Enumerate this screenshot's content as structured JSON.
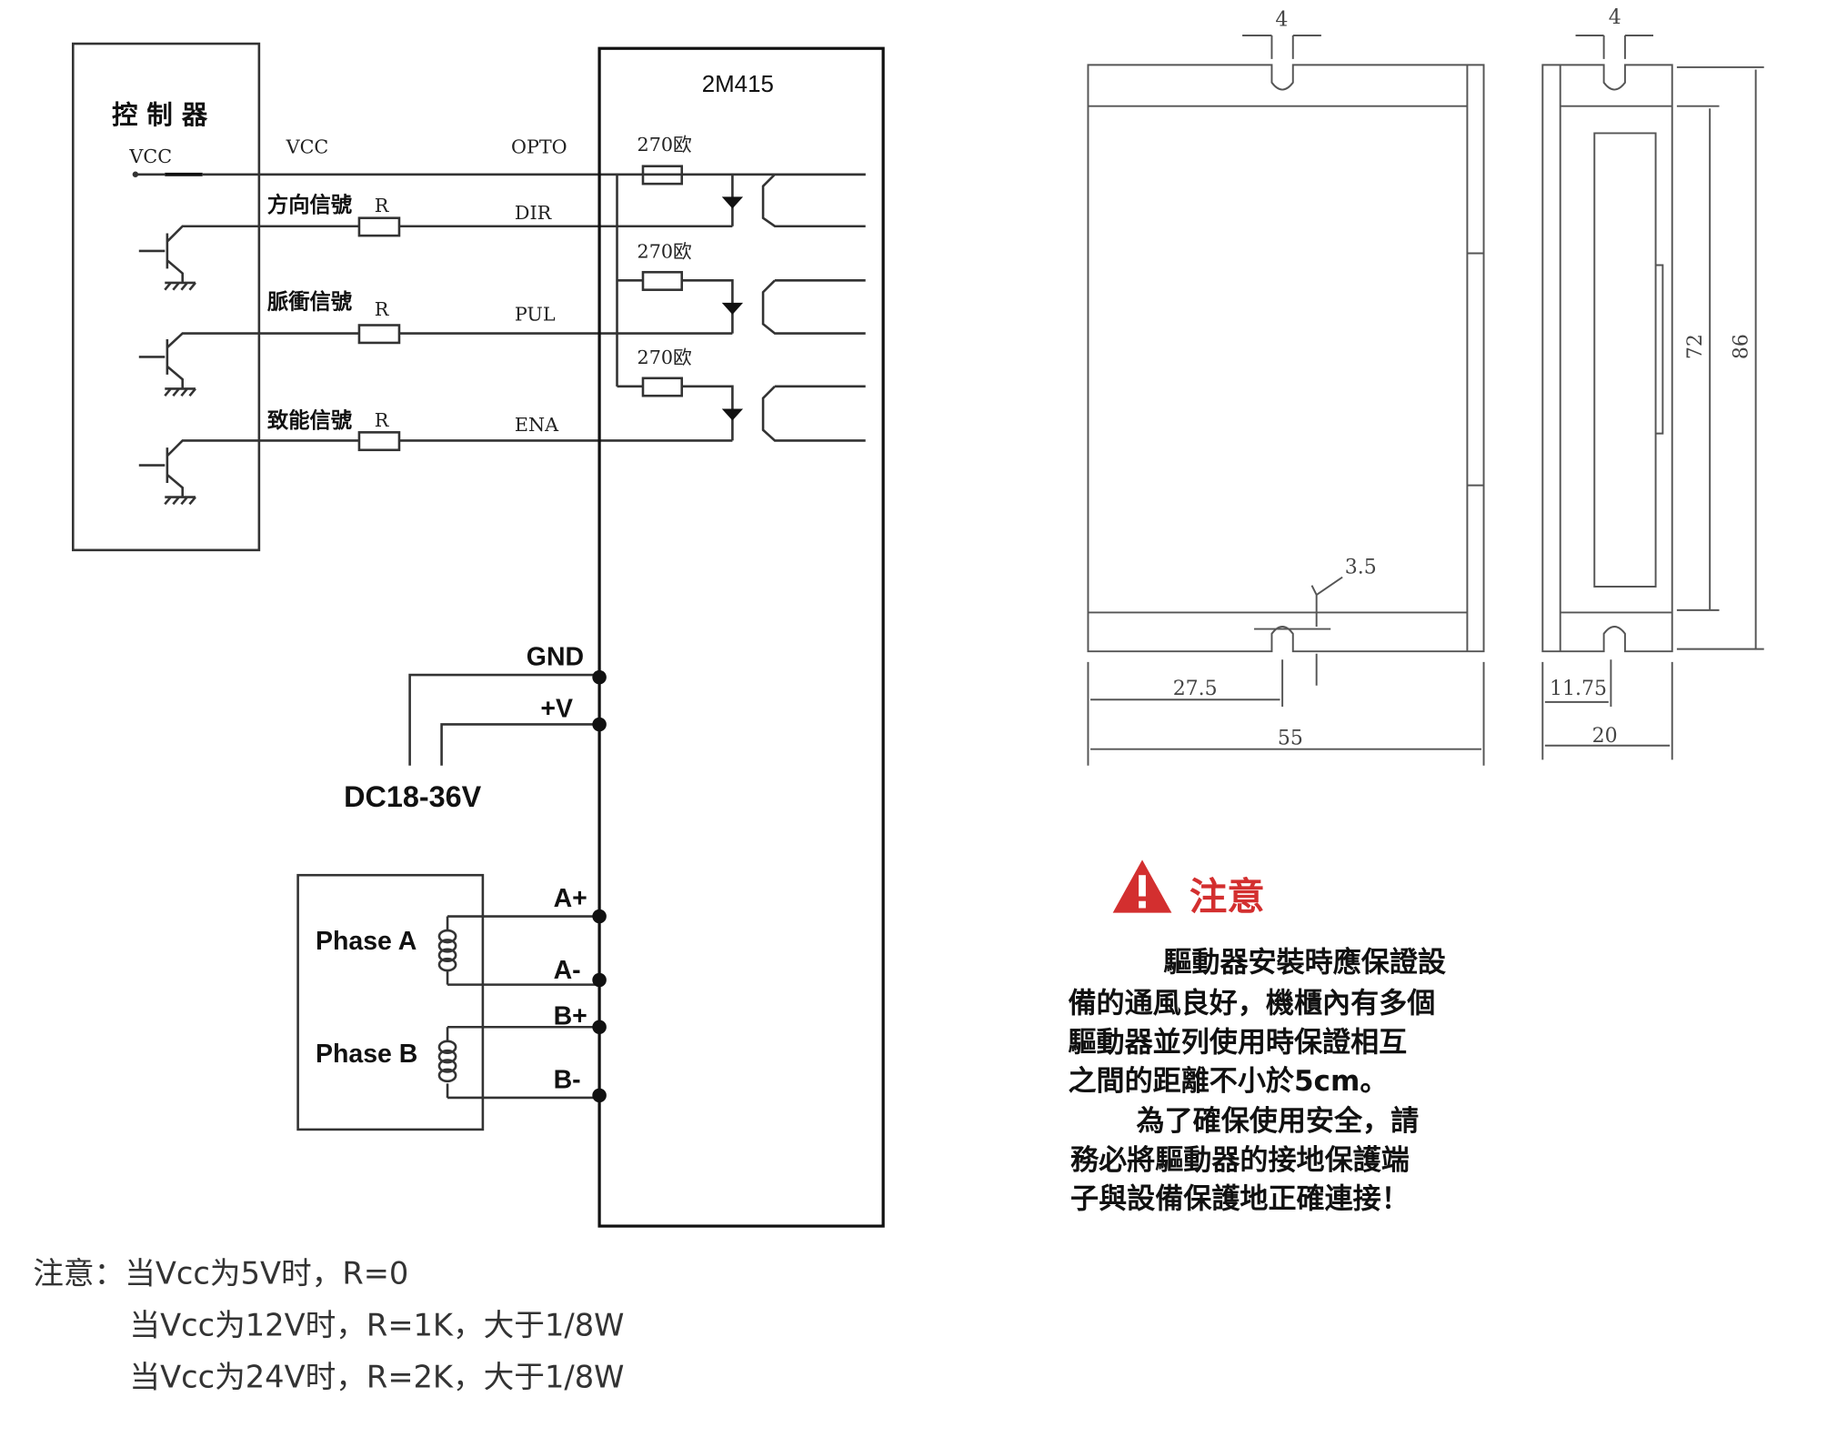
{
  "controller": {
    "title": "控 制 器",
    "vcc": "VCC"
  },
  "driver": {
    "model": "2M415"
  },
  "signals": {
    "vcc": "VCC",
    "opto": "OPTO",
    "dir_cn": "方向信號",
    "dir": "DIR",
    "pul_cn": "脈衝信號",
    "pul": "PUL",
    "ena_cn": "致能信號",
    "ena": "ENA",
    "r": "R",
    "opto_res": "270欧"
  },
  "power": {
    "gnd": "GND",
    "v_plus": "+V",
    "supply": "DC18-36V"
  },
  "motor": {
    "phase_a": "Phase A",
    "phase_b": "Phase B",
    "a_plus": "A+",
    "a_minus": "A-",
    "b_plus": "B+",
    "b_minus": "B-"
  },
  "notes": {
    "line1": "注意：当Vcc为5V时，R=0",
    "line2": "当Vcc为12V时，R=1K，大于1/8W",
    "line3": "当Vcc为24V时，R=2K，大于1/8W"
  },
  "dimensions": {
    "slot_front": "4",
    "slot_side": "4",
    "d72": "72",
    "d86": "86",
    "d3_5": "3.5",
    "d27_5": "27.5",
    "d55": "55",
    "d11_75": "11.75",
    "d20": "20"
  },
  "warning": {
    "title": "注意",
    "lines": [
      "驅動器安裝時應保證設",
      "備的通風良好，機櫃內有多個",
      "驅動器並列使用時保證相互",
      "之間的距離不小於5cm。",
      "為了確保使用安全，請",
      "務必將驅動器的接地保護端",
      "子與設備保護地正確連接！"
    ]
  },
  "colors": {
    "warning_red": "#d32f2f"
  }
}
